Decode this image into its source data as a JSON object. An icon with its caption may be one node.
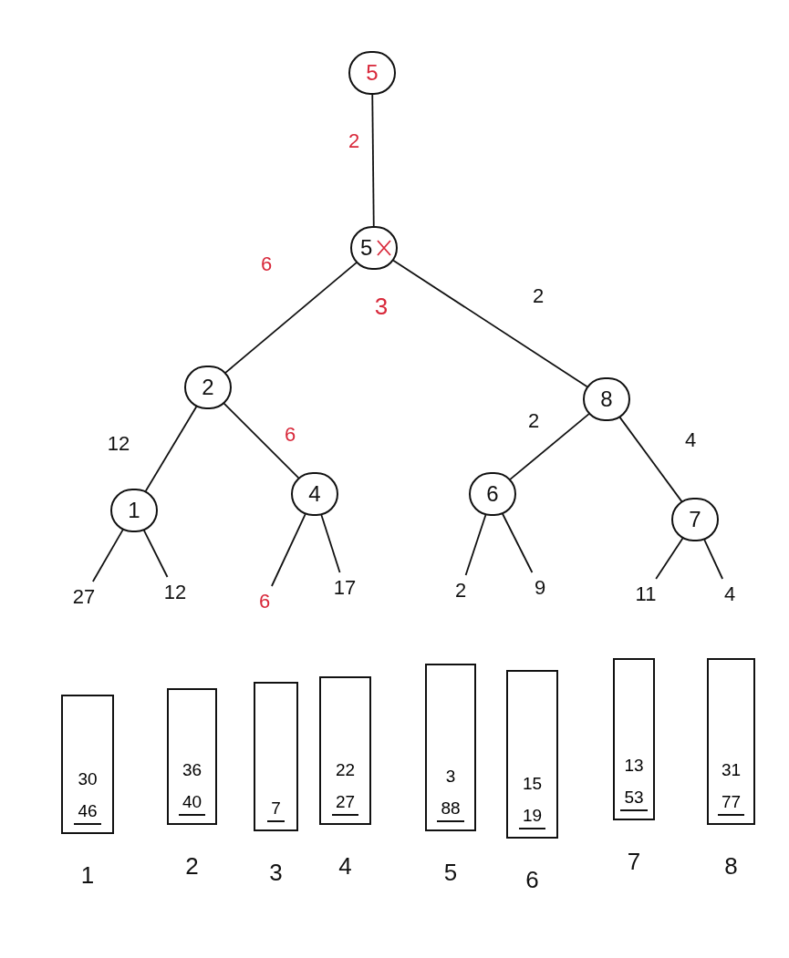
{
  "diagram": {
    "nodes": [
      {
        "text": [
          "5"
        ]
      },
      {
        "text": [
          "5"
        ],
        "beside": [
          "3"
        ]
      },
      {
        "text": [
          "2"
        ]
      },
      {
        "text": [
          "8"
        ]
      },
      {
        "text": [
          "1"
        ]
      },
      {
        "text": [
          "4"
        ]
      },
      {
        "text": [
          "6"
        ]
      },
      {
        "text": [
          "7"
        ]
      },
      {
        "text": [
          "27"
        ]
      },
      {
        "text": [
          "12"
        ]
      },
      {
        "text": [
          "6"
        ]
      },
      {
        "text": [
          "17"
        ]
      },
      {
        "text": [
          "2"
        ]
      },
      {
        "text": [
          "9"
        ]
      },
      {
        "text": [
          "11"
        ]
      },
      {
        "text": [
          "4"
        ]
      },
      {
        "text": [
          "30",
          "46"
        ],
        "beside": [
          "1"
        ]
      },
      {
        "text": [
          "36",
          "40"
        ],
        "beside": [
          "2"
        ]
      },
      {
        "text": [
          "7"
        ],
        "beside": [
          "3"
        ]
      },
      {
        "text": [
          "22",
          "27"
        ],
        "beside": [
          "4"
        ]
      },
      {
        "text": [
          "3",
          "88"
        ],
        "beside": [
          "5"
        ]
      },
      {
        "text": [
          "15",
          "19"
        ],
        "beside": [
          "6"
        ]
      },
      {
        "text": [
          "13",
          "53"
        ],
        "beside": [
          "7"
        ]
      },
      {
        "text": [
          "31",
          "77"
        ],
        "beside": [
          "8"
        ]
      }
    ],
    "edges": [
      {
        "from": 0,
        "to": 1,
        "arrow": "none",
        "label": "2"
      },
      {
        "from": 1,
        "to": 2,
        "arrow": "none",
        "label": "6"
      },
      {
        "from": 1,
        "to": 3,
        "arrow": "none",
        "label": "2"
      },
      {
        "from": 2,
        "to": 4,
        "arrow": "none",
        "label": "12"
      },
      {
        "from": 2,
        "to": 5,
        "arrow": "none",
        "label": "6"
      },
      {
        "from": 3,
        "to": 6,
        "arrow": "none",
        "label": "2"
      },
      {
        "from": 3,
        "to": 7,
        "arrow": "none",
        "label": "4"
      },
      {
        "from": 4,
        "to": 8,
        "arrow": "none"
      },
      {
        "from": 4,
        "to": 9,
        "arrow": "none"
      },
      {
        "from": 5,
        "to": 10,
        "arrow": "none"
      },
      {
        "from": 5,
        "to": 11,
        "arrow": "none"
      },
      {
        "from": 6,
        "to": 12,
        "arrow": "none"
      },
      {
        "from": 6,
        "to": 13,
        "arrow": "none"
      },
      {
        "from": 7,
        "to": 14,
        "arrow": "none"
      },
      {
        "from": 7,
        "to": 15,
        "arrow": "none"
      }
    ]
  }
}
